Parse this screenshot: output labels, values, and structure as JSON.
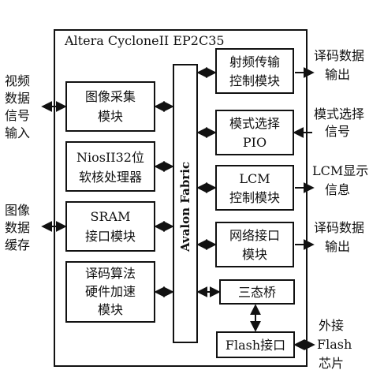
{
  "chip_title": "Altera CycloneII EP2C35",
  "bus_label": "Avalon  Fabric",
  "left_modules": [
    {
      "id": "image-capture",
      "lines": [
        "图像采集",
        "模块"
      ]
    },
    {
      "id": "nios-processor",
      "lines": [
        "NiosII32位",
        "软核处理器"
      ]
    },
    {
      "id": "sram-interface",
      "lines": [
        "SRAM",
        "接口模块"
      ]
    },
    {
      "id": "decode-accelerator",
      "lines": [
        "译码算法",
        "硬件加速",
        "模块"
      ]
    }
  ],
  "right_modules": [
    {
      "id": "rf-transfer-control",
      "lines": [
        "射频传输",
        "控制模块"
      ]
    },
    {
      "id": "mode-select-pio",
      "lines": [
        "模式选择",
        "PIO"
      ]
    },
    {
      "id": "lcm-control",
      "lines": [
        "LCM",
        "控制模块"
      ]
    },
    {
      "id": "network-interface",
      "lines": [
        "网络接口",
        "模块"
      ]
    },
    {
      "id": "tristate-bridge",
      "lines": [
        "三态桥"
      ]
    },
    {
      "id": "flash-interface",
      "lines": [
        "Flash接口"
      ]
    }
  ],
  "external_left": [
    {
      "id": "video-data-input",
      "lines": [
        "视频",
        "数据",
        "信号",
        "输入"
      ]
    },
    {
      "id": "image-data-cache",
      "lines": [
        "图像",
        "数据",
        "缓存"
      ]
    }
  ],
  "external_right": [
    {
      "id": "decoded-data-output-1",
      "lines": [
        "译码数据",
        "输出"
      ]
    },
    {
      "id": "mode-select-signal",
      "lines": [
        "模式选择",
        "信号"
      ]
    },
    {
      "id": "lcm-display-info",
      "lines": [
        "LCM显示",
        "信息"
      ]
    },
    {
      "id": "decoded-data-output-2",
      "lines": [
        "译码数据",
        "输出"
      ]
    },
    {
      "id": "external-flash-chip",
      "lines": [
        "外接",
        "Flash",
        "芯片"
      ]
    }
  ]
}
